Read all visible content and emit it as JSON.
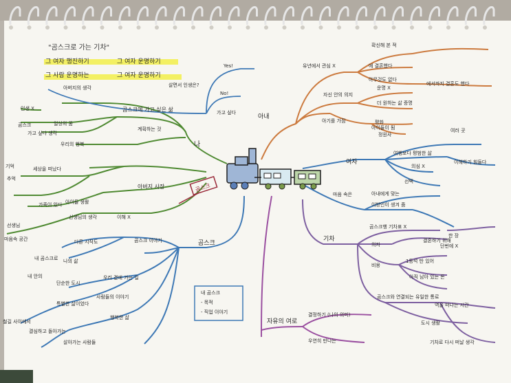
{
  "root": {
    "label": "나"
  },
  "center_stamp": {
    "label": "곰스크"
  },
  "title": {
    "text": "\"곰스크로 가는 기차\""
  },
  "highlights": [
    {
      "text": "그 여자 행진하기"
    },
    {
      "text": "그 여자 운명하기"
    },
    {
      "text": "그 사람 운명하는"
    },
    {
      "text": "그 여자 운명하기"
    }
  ],
  "branches": {
    "top_right": {
      "label": "아내",
      "children": [
        {
          "text": "유년에서 관심 X"
        },
        {
          "text": "자신 안의 의지"
        },
        {
          "text": "아기를 가짐"
        },
        {
          "text": "확신해 본 적"
        },
        {
          "text": "아이들이 됨"
        },
        {
          "text": "에 결혼했다"
        },
        {
          "text": "아무것도 없다"
        },
        {
          "text": "에서까지 결혼도 했다"
        },
        {
          "text": "운명 X"
        },
        {
          "text": "더 원하는 삶 증명"
        },
        {
          "text": "평화"
        },
        {
          "text": "정원사"
        }
      ]
    },
    "mid_right": {
      "label": "여자",
      "children": [
        {
          "text": "여러 곳"
        },
        {
          "text": "여행보다 평범한 삶"
        },
        {
          "text": "의심 X"
        },
        {
          "text": "이해하기 힘들다"
        },
        {
          "text": "선택"
        },
        {
          "text": "마음 속은"
        },
        {
          "text": "아내에게 맞는"
        },
        {
          "text": "이방인이 생겨 줌"
        }
      ]
    },
    "bottom_right": {
      "label": "기차",
      "children": [
        {
          "text": "곰스크행 기차표 X"
        },
        {
          "text": "의자"
        },
        {
          "text": "비용"
        },
        {
          "text": "한 장"
        },
        {
          "text": "결혼하기 위해"
        },
        {
          "text": "단번에 X"
        },
        {
          "text": "1등석 만 있어"
        },
        {
          "text": "아직 남아 있는 돈"
        },
        {
          "text": "곰스크와 연결되는 유일한 통로"
        },
        {
          "text": "역을 떠나는 시간"
        },
        {
          "text": "도시 생활"
        },
        {
          "text": "기차로 다시 떠날 생각"
        }
      ]
    },
    "bottom_center": {
      "label": "자유의 여로",
      "children": [
        {
          "text": "결정하기 (나의 의미)"
        },
        {
          "text": "우연히 만나는"
        }
      ]
    },
    "bottom_left": {
      "label": "곰스크",
      "children": [
        {
          "text": "곰스크 이야기"
        },
        {
          "text": "다른 시작도"
        },
        {
          "text": "내 곰스크로"
        },
        {
          "text": "나의 삶"
        },
        {
          "text": "단순한 도시"
        },
        {
          "text": "우리 곁에 가는 길"
        },
        {
          "text": "특별한 삶이었다"
        },
        {
          "text": "결심하고 돌아가는"
        },
        {
          "text": "사람들의 이야기"
        },
        {
          "text": "행복한 삶"
        },
        {
          "text": "철길 사이에서"
        },
        {
          "text": "살아가는 사람들"
        }
      ]
    },
    "upper_left": {
      "label": "곰스크에 가고 싶은 삶",
      "children": [
        {
          "text": "Yes!"
        },
        {
          "text": "No!"
        },
        {
          "text": "가고 싶다"
        },
        {
          "text": "살면서 인생은?"
        },
        {
          "text": "아버지의 생각"
        },
        {
          "text": "인생 X"
        },
        {
          "text": "곰스크"
        },
        {
          "text": "가고 싶다 생각"
        },
        {
          "text": "일상의 꿈"
        },
        {
          "text": "계획하는 것"
        },
        {
          "text": "우리의 행복"
        }
      ]
    },
    "lower_left": {
      "label": "아버지 사장",
      "children": [
        {
          "text": "세상을 떠났다"
        },
        {
          "text": "기억"
        },
        {
          "text": "추억"
        },
        {
          "text": "가족이 있다"
        },
        {
          "text": "선생님"
        },
        {
          "text": "아이들 생활"
        },
        {
          "text": "마음속 공간"
        },
        {
          "text": "이해 X"
        },
        {
          "text": "선생님의 생각"
        },
        {
          "text": "내 안의"
        }
      ]
    }
  },
  "legend_box": {
    "lines": [
      "내 곰스크",
      "- 목적",
      "- 직업 이야기"
    ]
  },
  "colors": {
    "paper": "#f7f6f1",
    "green": "#4f8a32",
    "orange": "#cc7a3e",
    "blue": "#3d78b5",
    "purple": "#7d5fa0",
    "highlighter": "#f2ee4a",
    "ink": "#2b2b2b",
    "stamp_red": "#9a2a3a",
    "spiral": "#d8d8d8"
  }
}
